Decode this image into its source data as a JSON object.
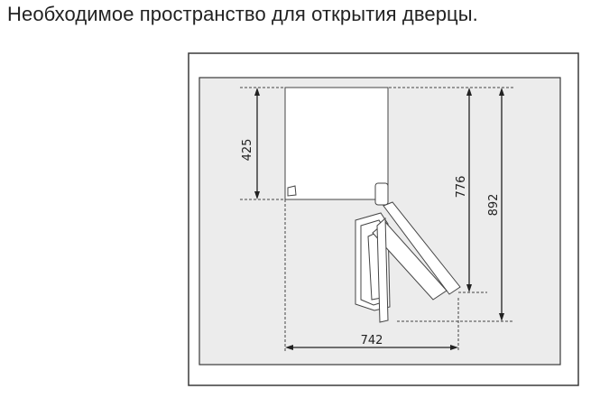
{
  "page": {
    "title": "Необходимое пространство для открытия дверцы."
  },
  "diagram": {
    "dimensions": {
      "depth_to_hinge": "425",
      "door_open_depth": "776",
      "total_depth": "892",
      "width_clearance": "742"
    },
    "colors": {
      "frame": "#3a3a3a",
      "inner_background": "#ececec",
      "plan_fill": "#ffffff",
      "line": "#444444"
    }
  }
}
